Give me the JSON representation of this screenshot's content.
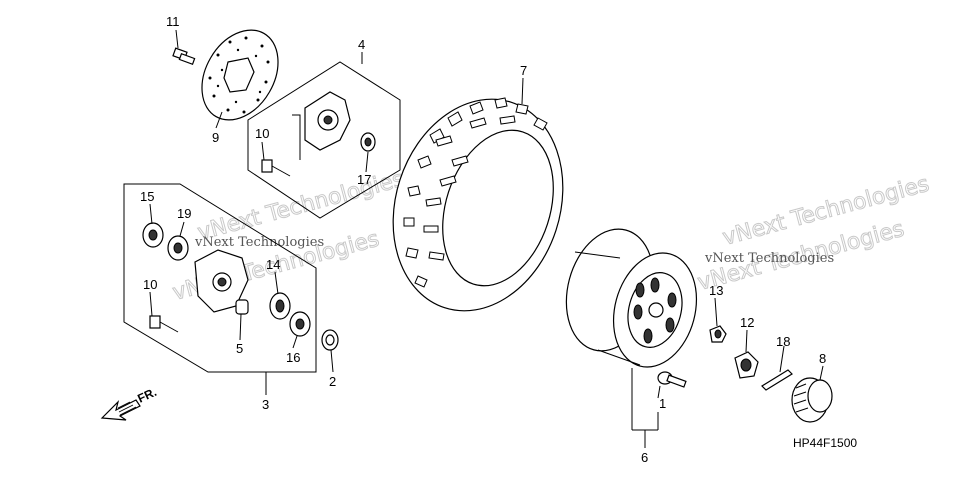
{
  "diagram": {
    "callouts": [
      "1",
      "2",
      "3",
      "4",
      "5",
      "6",
      "7",
      "8",
      "9",
      "10",
      "10",
      "11",
      "12",
      "13",
      "14",
      "15",
      "16",
      "17",
      "18",
      "19"
    ],
    "diagram_code": "HP44F1500",
    "direction_label": "FR.",
    "watermark_text": "vNext Technologies",
    "colors": {
      "line": "#000000",
      "watermark_outline": "#c9c9c9",
      "watermark_text": "#555555"
    },
    "icons": [
      "direction-arrow-icon"
    ]
  }
}
